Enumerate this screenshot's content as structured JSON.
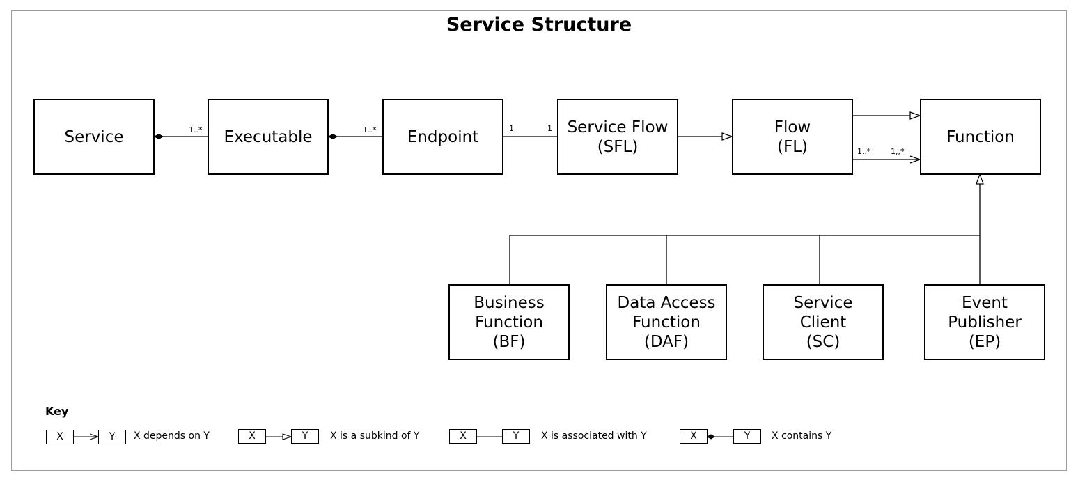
{
  "title": "Service Structure",
  "boxes": {
    "service": [
      "Service"
    ],
    "executable": [
      "Executable"
    ],
    "endpoint": [
      "Endpoint"
    ],
    "service_flow": [
      "Service Flow",
      "(SFL)"
    ],
    "flow": [
      "Flow",
      "(FL)"
    ],
    "function": [
      "Function"
    ],
    "business_function": [
      "Business",
      "Function",
      "(BF)"
    ],
    "data_access_function": [
      "Data Access",
      "Function",
      "(DAF)"
    ],
    "service_client": [
      "Service",
      "Client",
      "(SC)"
    ],
    "event_publisher": [
      "Event",
      "Publisher",
      "(EP)"
    ]
  },
  "multiplicities": {
    "service_executable": "1..*",
    "executable_endpoint": "1..*",
    "endpoint_side": "1",
    "service_flow_side": "1",
    "flow_side": "1..*",
    "function_side": "1,,*"
  },
  "key": {
    "title": "Key",
    "x": "X",
    "y": "Y",
    "depends": "X depends on Y",
    "subkind": "X is a subkind of Y",
    "associated": "X is associated with Y",
    "contains": "X contains Y"
  }
}
